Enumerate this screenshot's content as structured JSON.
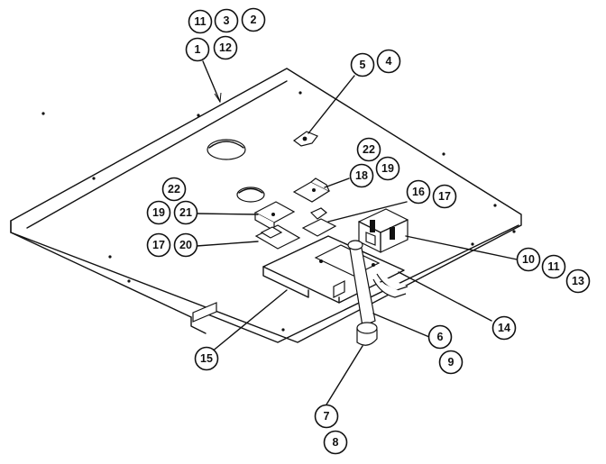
{
  "diagram": {
    "callouts": [
      {
        "id": "c11a",
        "label": "11"
      },
      {
        "id": "c3",
        "label": "3"
      },
      {
        "id": "c2",
        "label": "2"
      },
      {
        "id": "c1",
        "label": "1"
      },
      {
        "id": "c12",
        "label": "12"
      },
      {
        "id": "c5",
        "label": "5"
      },
      {
        "id": "c4",
        "label": "4"
      },
      {
        "id": "c22a",
        "label": "22"
      },
      {
        "id": "c18",
        "label": "18"
      },
      {
        "id": "c19a",
        "label": "19"
      },
      {
        "id": "c22b",
        "label": "22"
      },
      {
        "id": "c19b",
        "label": "19"
      },
      {
        "id": "c21",
        "label": "21"
      },
      {
        "id": "c16",
        "label": "16"
      },
      {
        "id": "c17a",
        "label": "17"
      },
      {
        "id": "c17b",
        "label": "17"
      },
      {
        "id": "c20",
        "label": "20"
      },
      {
        "id": "c10",
        "label": "10"
      },
      {
        "id": "c11b",
        "label": "11"
      },
      {
        "id": "c13",
        "label": "13"
      },
      {
        "id": "c14",
        "label": "14"
      },
      {
        "id": "c15",
        "label": "15"
      },
      {
        "id": "c6",
        "label": "6"
      },
      {
        "id": "c9",
        "label": "9"
      },
      {
        "id": "c7",
        "label": "7"
      },
      {
        "id": "c8",
        "label": "8"
      }
    ]
  }
}
